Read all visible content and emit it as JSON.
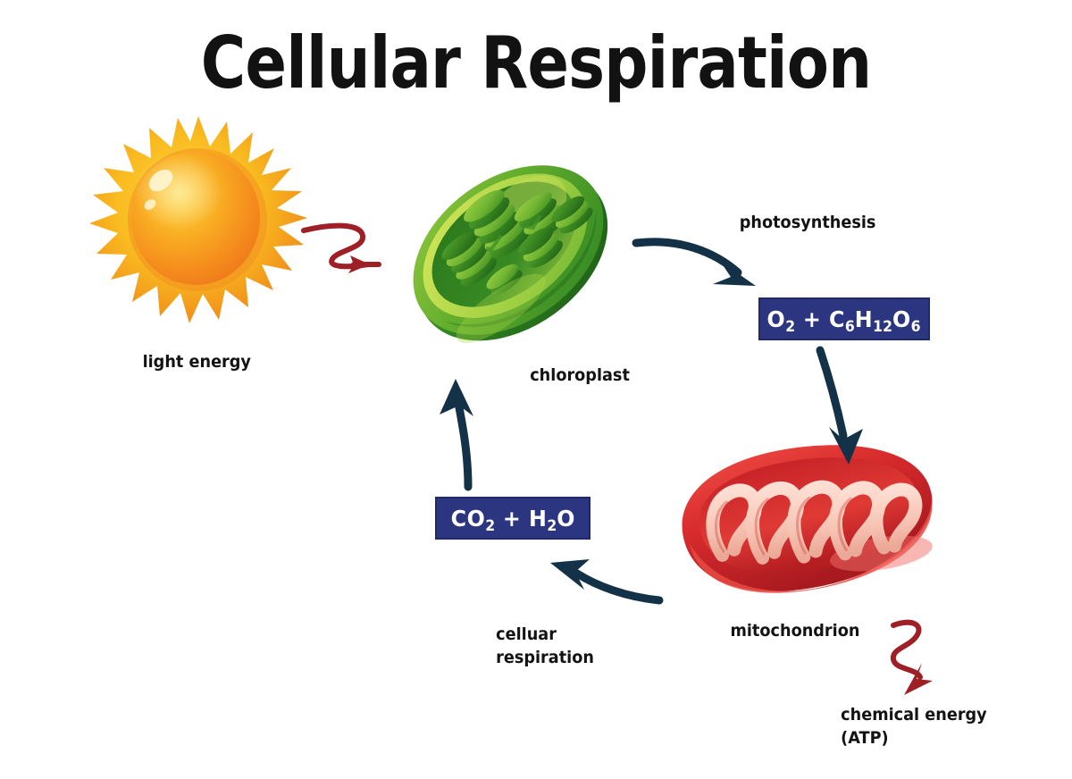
{
  "page": {
    "title": "Cellular Respiration",
    "background_color": "#ffffff"
  },
  "colors": {
    "title_text": "#121212",
    "label_text": "#131313",
    "formula_box_fill": "#2b3580",
    "formula_box_border": "#222a66",
    "formula_text": "#ffffff",
    "navy_arrow": "#143247",
    "red_arrow": "#9e2026",
    "sun_outer": "#f9a81c",
    "sun_core": "#f5921e",
    "sun_highlight": "#fdf0c0",
    "chloroplast_dark": "#2e7d24",
    "chloroplast_mid": "#53a62d",
    "chloroplast_light": "#8cc63f",
    "chloroplast_pale": "#d9e65a",
    "mitochondrion_dark": "#b51f24",
    "mitochondrion_mid": "#dc2f30",
    "mitochondrion_light": "#ef4a45",
    "cristae": "#f7c9bb"
  },
  "labels": {
    "light_energy": "light energy",
    "chloroplast": "chloroplast",
    "photosynthesis": "photosynthesis",
    "mitochondrion": "mitochondrion",
    "cellular_respiration": "celluar\nrespiration",
    "chemical_energy": "chemical energy\n(ATP)"
  },
  "formulas": {
    "photosynthesis_inputs": {
      "parts": [
        "O",
        "2",
        " + C",
        "6",
        "H",
        "12",
        "O",
        "6"
      ],
      "plain": "O2 + C6H12O6"
    },
    "respiration_outputs": {
      "parts": [
        "CO",
        "2",
        " + H",
        "2",
        "O"
      ],
      "plain": "CO2 + H2O"
    }
  },
  "illustrations": [
    {
      "name": "sun",
      "label": "light energy",
      "description": "spiky sun with glossy orange core"
    },
    {
      "name": "chloroplast",
      "label": "chloroplast",
      "description": "green cutaway organelle with thylakoid granum stacks"
    },
    {
      "name": "mitochondrion",
      "label": "mitochondrion",
      "description": "red bean-shaped organelle with pale cristae folds"
    }
  ],
  "arrows": [
    {
      "name": "sun-to-chloroplast",
      "style": "red-squiggle",
      "from": "sun",
      "to": "chloroplast",
      "direction": "right"
    },
    {
      "name": "chloroplast-to-formula",
      "style": "navy-curved",
      "from": "chloroplast",
      "to": "photosynthesis-formula",
      "direction": "down-right"
    },
    {
      "name": "formula-to-mitochondrion",
      "style": "navy-curved",
      "from": "photosynthesis-formula",
      "to": "mitochondrion",
      "direction": "down"
    },
    {
      "name": "mitochondrion-to-co2",
      "style": "navy-curved",
      "from": "mitochondrion",
      "to": "respiration-formula",
      "direction": "up-left"
    },
    {
      "name": "co2-to-chloroplast",
      "style": "navy-curved",
      "from": "respiration-formula",
      "to": "chloroplast",
      "direction": "up"
    },
    {
      "name": "mitochondrion-to-atp",
      "style": "red-squiggle",
      "from": "mitochondrion",
      "to": "chemical-energy",
      "direction": "down"
    }
  ]
}
